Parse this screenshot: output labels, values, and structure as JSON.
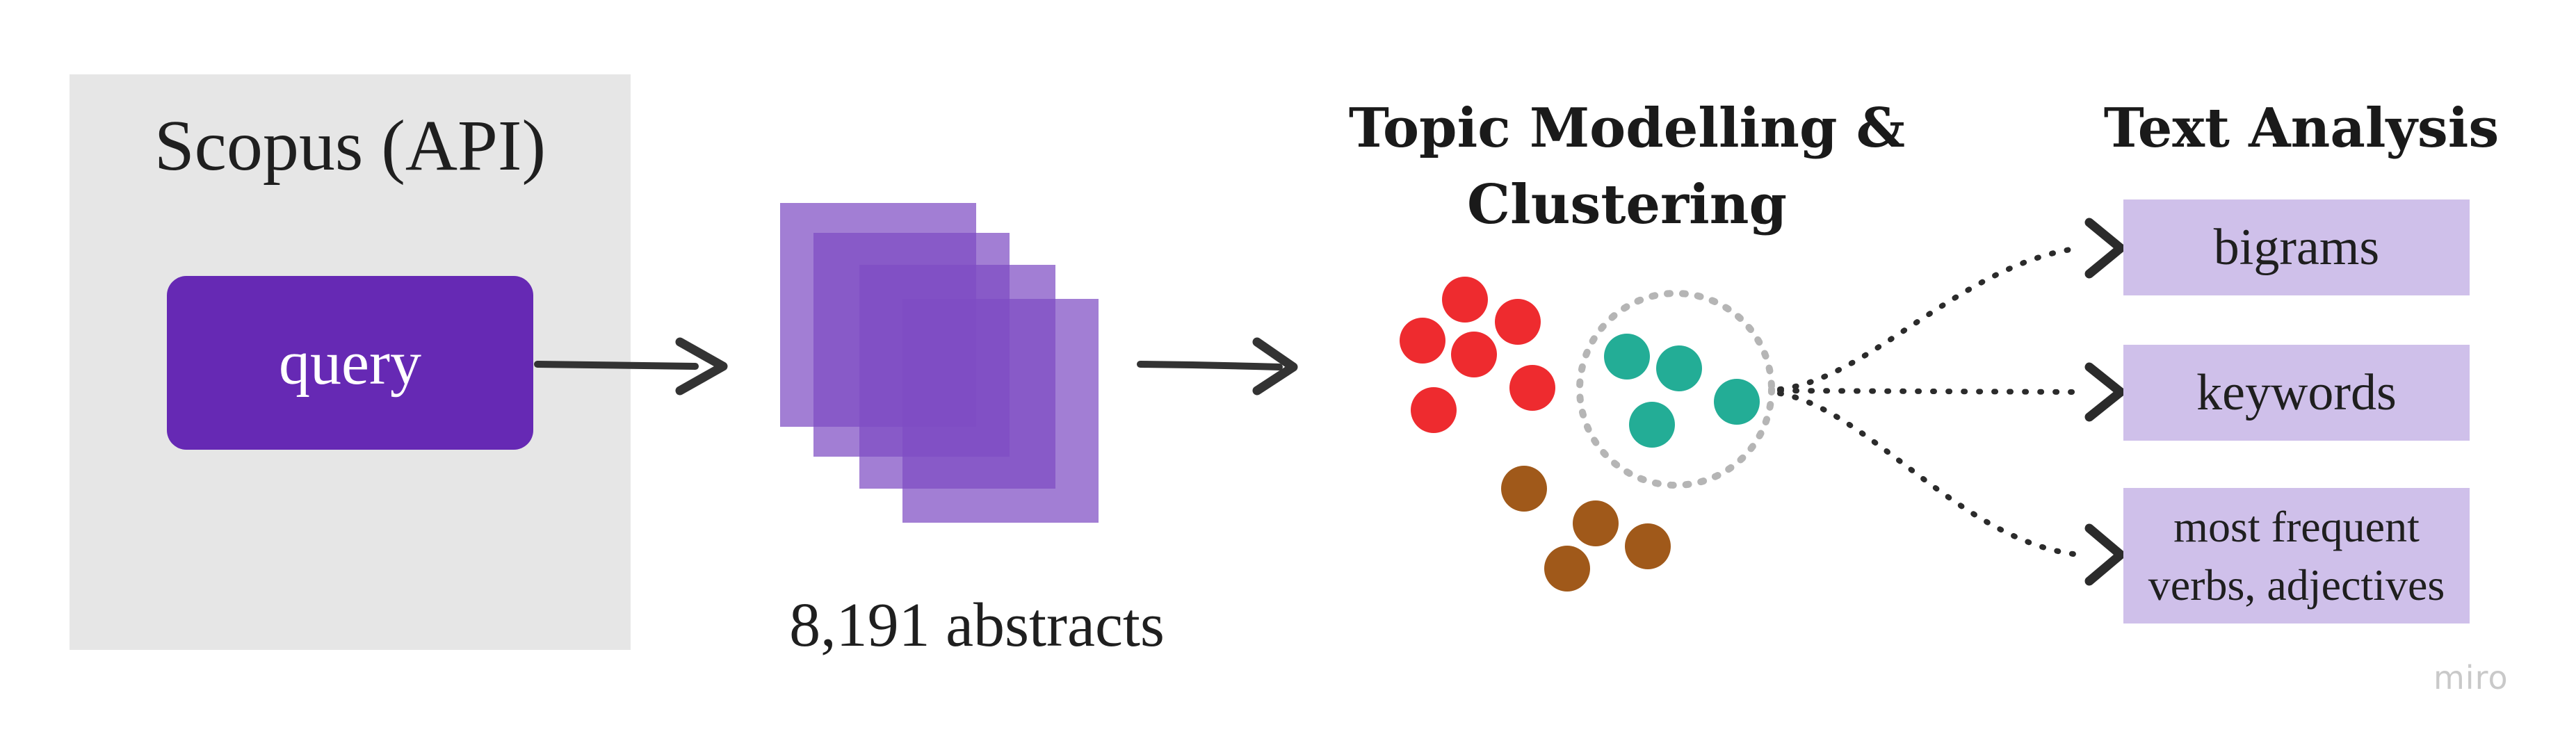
{
  "scopus": {
    "title": "Scopus (API)",
    "query_label": "query"
  },
  "abstracts": {
    "label": "8,191 abstracts",
    "stack_color": "#7e4cc4"
  },
  "topic": {
    "title_line1": "Topic Modelling &",
    "title_line2": "Clustering",
    "clusters": [
      {
        "color": "#ee2b2f"
      },
      {
        "color": "#23ad96"
      },
      {
        "color": "#a0591a"
      }
    ]
  },
  "text_analysis": {
    "title": "Text Analysis",
    "items": [
      "bigrams",
      "keywords",
      "most frequent",
      "verbs, adjectives"
    ]
  },
  "colors": {
    "panel_bg": "#e6e6e6",
    "query_bg": "#6629b4",
    "tag_bg": "#cfc0ea",
    "arrow": "#333333"
  },
  "watermark": "miro"
}
